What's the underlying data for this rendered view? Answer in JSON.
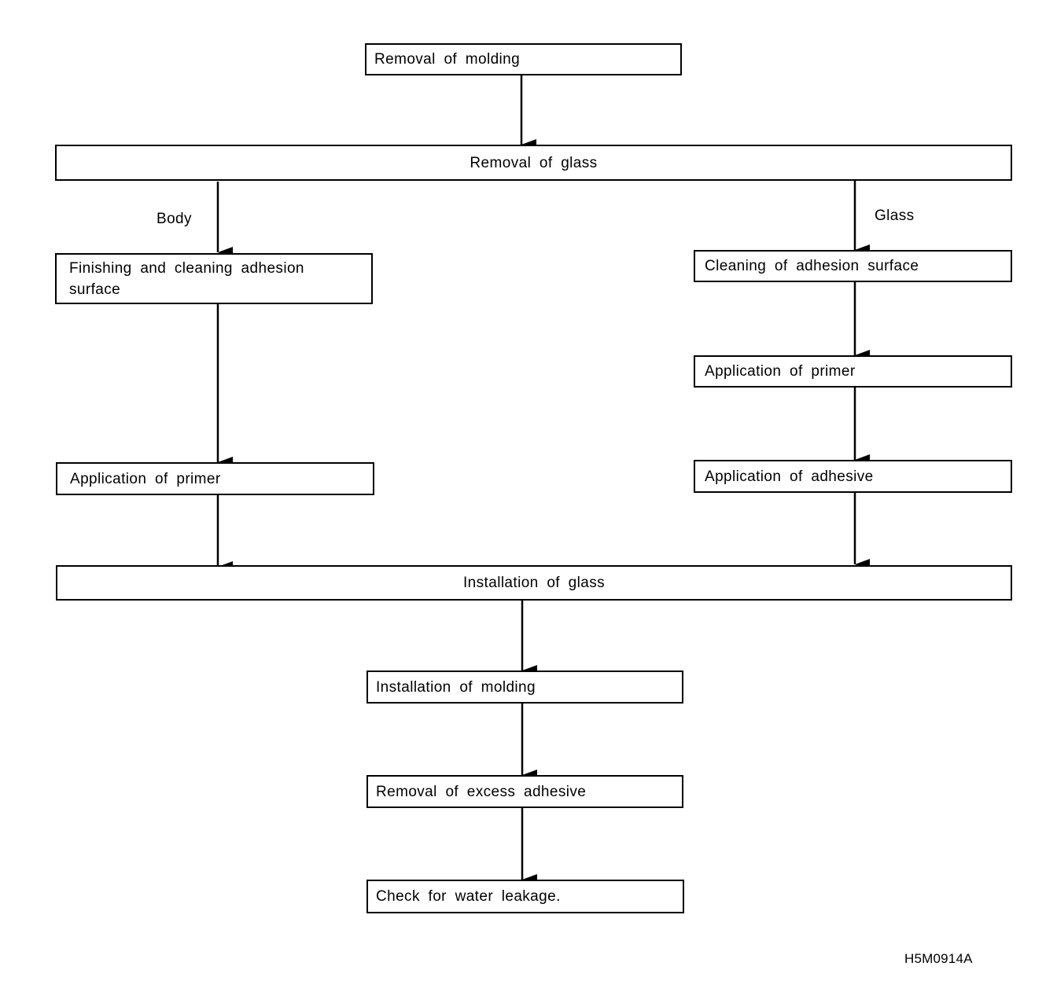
{
  "flowchart": {
    "steps": {
      "removal_of_molding": "Removal of molding",
      "removal_of_glass": "Removal of glass",
      "body_finishing_cleaning": "Finishing and cleaning adhesion surface",
      "body_application_of_primer": "Application of primer",
      "glass_cleaning": "Cleaning of adhesion surface",
      "glass_application_of_primer": "Application of primer",
      "glass_application_of_adhesive": "Application of adhesive",
      "installation_of_glass": "Installation of glass",
      "installation_of_molding": "Installation of molding",
      "removal_of_excess_adhesive": "Removal of excess adhesive",
      "check_water_leakage": "Check for water leakage."
    },
    "branch_labels": {
      "body": "Body",
      "glass": "Glass"
    },
    "figure_code": "H5M0914A"
  }
}
